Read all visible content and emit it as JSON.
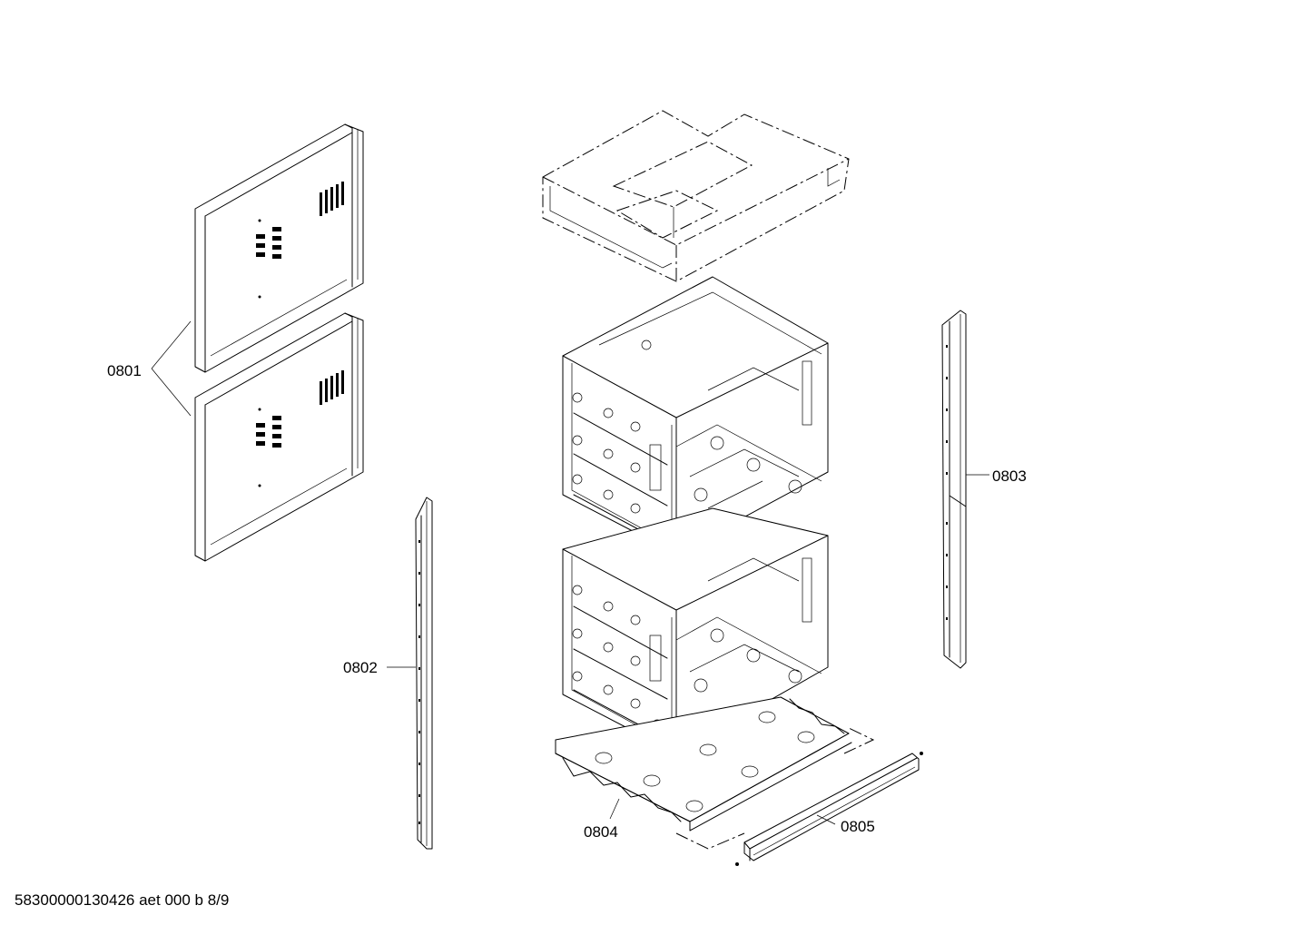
{
  "callouts": {
    "c0801": "0801",
    "c0802": "0802",
    "c0803": "0803",
    "c0804": "0804",
    "c0805": "0805"
  },
  "footer": {
    "doc_id": "58300000130426 aet 000 b 8/9"
  },
  "icons": [
    "rear-panel",
    "side-strip",
    "oven-cavity",
    "top-cover",
    "base-tray",
    "front-trim"
  ]
}
